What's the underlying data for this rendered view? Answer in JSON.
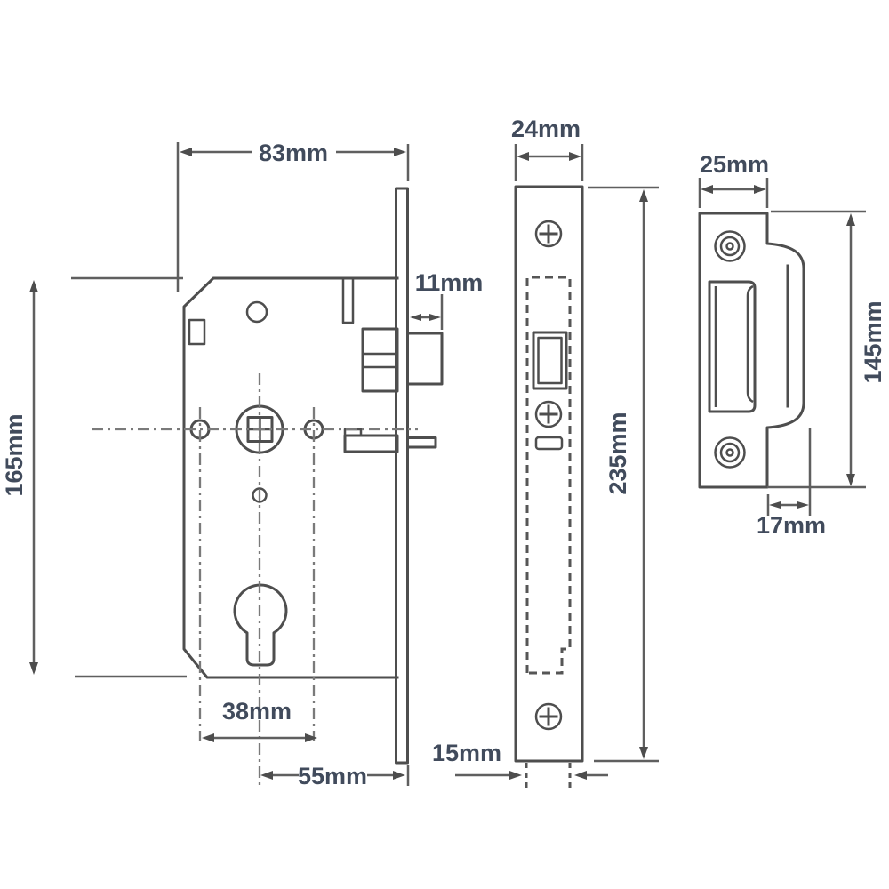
{
  "diagram": {
    "kind": "technical-drawing",
    "colors": {
      "background": "#ffffff",
      "part_line": "#4e4e4e",
      "dimension_line": "#5f5f5f",
      "label_text": "#414b5c"
    },
    "views": {
      "lock_body": {
        "width": "83mm",
        "height": "165mm",
        "bolt_projection": "11mm",
        "hole_spacing": "38mm",
        "backset": "55mm"
      },
      "faceplate": {
        "width": "24mm",
        "height": "235mm",
        "case_depth": "15mm"
      },
      "strike_plate": {
        "width": "25mm",
        "height": "145mm",
        "lip_width": "17mm"
      }
    }
  }
}
